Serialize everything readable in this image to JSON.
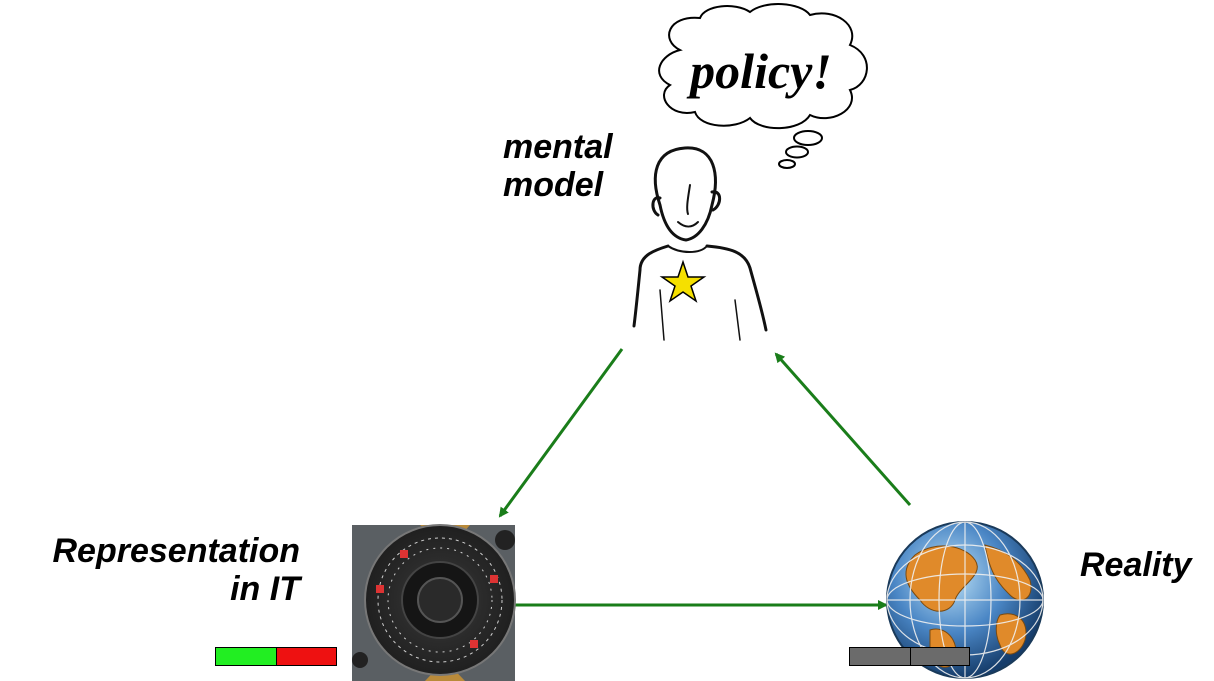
{
  "thought_bubble": {
    "text": "policy!"
  },
  "nodes": {
    "mental_model": {
      "label_line1": "mental",
      "label_line2": "model"
    },
    "representation": {
      "label_line1": "Representation",
      "label_line2": "in IT"
    },
    "reality": {
      "label": "Reality"
    }
  },
  "colors": {
    "arrow": "#1a7d1a",
    "status_green": "#22ee22",
    "status_red": "#ee1111",
    "status_gray": "#6b6b6b",
    "star": "#f5e000"
  },
  "icons": {
    "person": "person-sketch-icon",
    "dial": "dial-knob-icon",
    "globe": "globe-icon",
    "star": "star-icon"
  }
}
